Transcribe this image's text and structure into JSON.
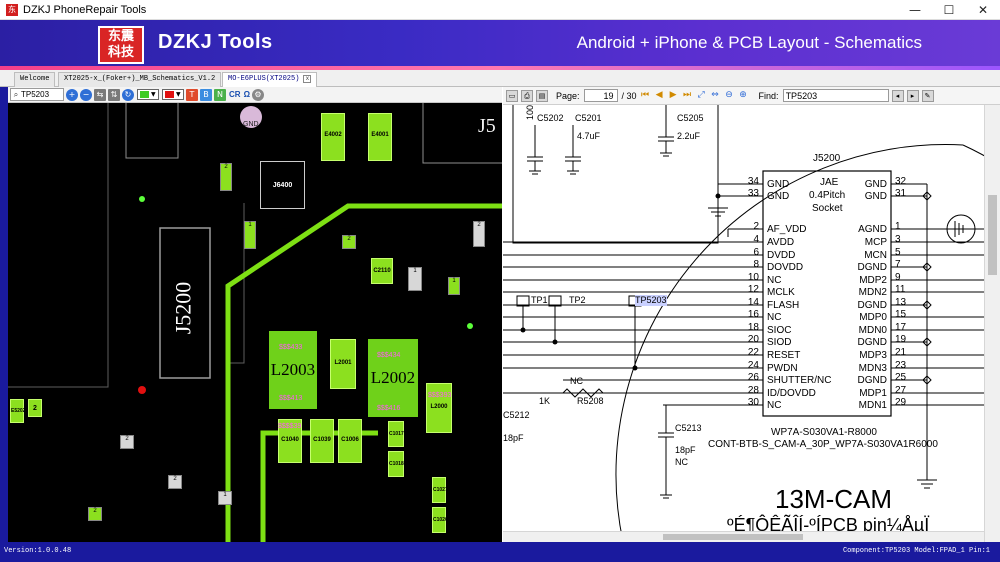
{
  "window": {
    "icon_text": "东",
    "title": "DZKJ PhoneRepair Tools",
    "minimize": "—",
    "maximize": "☐",
    "close": "✕"
  },
  "banner": {
    "logo_line1": "东震",
    "logo_line2": "科技",
    "brand": "DZKJ Tools",
    "tagline": "Android + iPhone & PCB Layout - Schematics"
  },
  "tabs": [
    {
      "label": "Welcome",
      "active": false
    },
    {
      "label": "XT2025-x_(Foker+)_MB_Schematics_V1.2",
      "active": false
    },
    {
      "label": "MO-E6PLUS(XT2025)",
      "active": true
    }
  ],
  "pcb_toolbar": {
    "search_value": "TP5203",
    "cr_label": "CR",
    "omega_label": "Ω"
  },
  "pcb": {
    "labels": [
      "J5200",
      "L2003",
      "L2002",
      "J6400",
      "E4002",
      "E4001",
      "C2110",
      "L2000",
      "L2001",
      "C1040",
      "C1039",
      "C1006",
      "C1017",
      "C1018",
      "C1027",
      "C1026",
      "E5202",
      "J5",
      "GND",
      "$$$433",
      "$$$434",
      "$$$413",
      "$$$416",
      "$$$393",
      "$$$$39",
      "1",
      "2"
    ]
  },
  "sch_toolbar": {
    "page_label": "Page:",
    "page_current": "19",
    "page_total": "/ 30",
    "find_label": "Find:",
    "find_value": "TP5203"
  },
  "schematic": {
    "caps_top": [
      "100",
      "C5202",
      "C5201",
      "4.7uF",
      "C5205",
      "2.2uF"
    ],
    "ref": "J5200",
    "part_desc": [
      "JAE",
      "0.4Pitch",
      "Socket"
    ],
    "left_pins": [
      {
        "num": "34",
        "name": "GND"
      },
      {
        "num": "33",
        "name": "GND"
      },
      {
        "num": "2",
        "name": "AF_VDD"
      },
      {
        "num": "4",
        "name": "AVDD"
      },
      {
        "num": "6",
        "name": "DVDD"
      },
      {
        "num": "8",
        "name": "DOVDD"
      },
      {
        "num": "10",
        "name": "NC"
      },
      {
        "num": "12",
        "name": "MCLK"
      },
      {
        "num": "14",
        "name": "FLASH"
      },
      {
        "num": "16",
        "name": "NC"
      },
      {
        "num": "18",
        "name": "SIOC"
      },
      {
        "num": "20",
        "name": "SIOD"
      },
      {
        "num": "22",
        "name": "RESET"
      },
      {
        "num": "24",
        "name": "PWDN"
      },
      {
        "num": "26",
        "name": "SHUTTER/NC"
      },
      {
        "num": "28",
        "name": "ID/DOVDD"
      },
      {
        "num": "30",
        "name": "NC"
      }
    ],
    "right_pins": [
      {
        "num": "32",
        "name": "GND"
      },
      {
        "num": "31",
        "name": "GND"
      },
      {
        "num": "1",
        "name": "AGND"
      },
      {
        "num": "3",
        "name": "MCP"
      },
      {
        "num": "5",
        "name": "MCN"
      },
      {
        "num": "7",
        "name": "DGND"
      },
      {
        "num": "9",
        "name": "MDP2"
      },
      {
        "num": "11",
        "name": "MDN2"
      },
      {
        "num": "13",
        "name": "DGND"
      },
      {
        "num": "15",
        "name": "MDP0"
      },
      {
        "num": "17",
        "name": "MDN0"
      },
      {
        "num": "19",
        "name": "DGND"
      },
      {
        "num": "21",
        "name": "MDP3"
      },
      {
        "num": "23",
        "name": "MDN3"
      },
      {
        "num": "25",
        "name": "DGND"
      },
      {
        "num": "27",
        "name": "MDP1"
      },
      {
        "num": "29",
        "name": "MDN1"
      }
    ],
    "testpoints": [
      "TP1",
      "TP2",
      "TP5203"
    ],
    "misc": [
      "NC",
      "1K",
      "R5208",
      "C5212",
      "18pF",
      "C5213",
      "18pF",
      "NC"
    ],
    "part_number": "WP7A-S030VA1-R8000",
    "footprint": "CONT-BTB-S_CAM-A_30P_WP7A-S030VA1R6000",
    "cam_title": "13M-CAM",
    "garbled": "ºÉ¶ÔÊÃÎÍ-ºÍPCB pin¼ÅµÏ"
  },
  "status": {
    "version": "Version:1.0.0.48",
    "component": "Component:TP5203 Model:FPAD_1 Pin:1"
  },
  "colors": {
    "banner_blue": "#3a2bc4",
    "pcb_green": "#8ce01f",
    "pcb_bg": "#000000",
    "label_magenta": "#ff5cf0",
    "status_blue": "#1a1a9e"
  }
}
